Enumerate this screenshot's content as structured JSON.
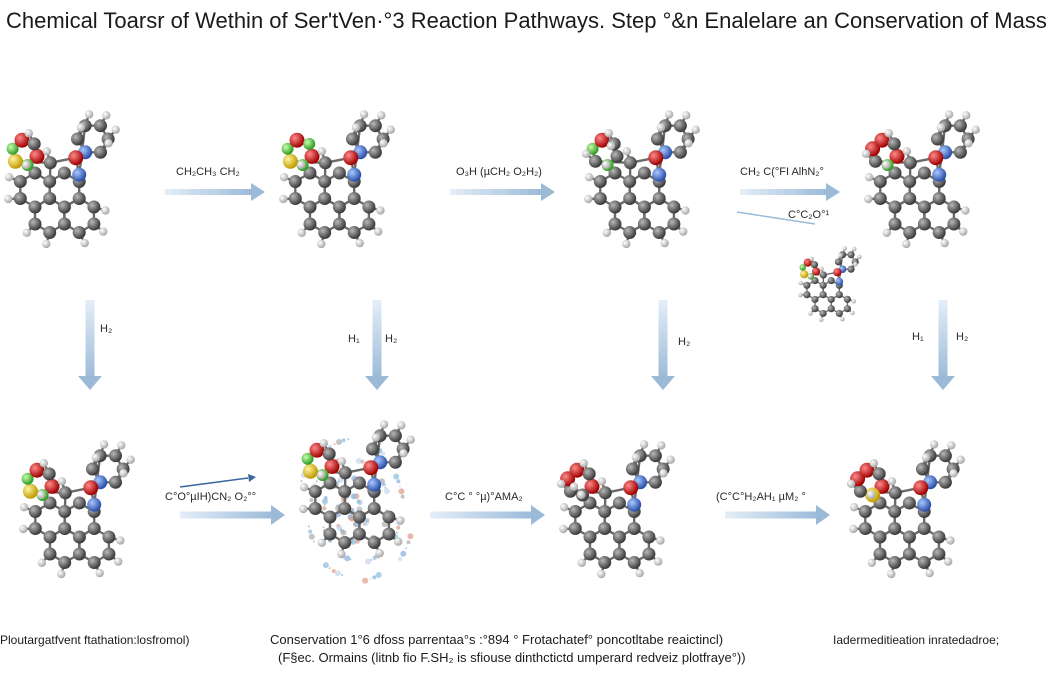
{
  "title": "Chemical Toarsr of Wethin of Ser'tVen·°3 Reaction Pathways. Step °&n Enalelare an Conservation of Mass",
  "colors": {
    "carbon": "#4a4a4a",
    "hydrogen": "#e6e6e6",
    "oxygen": "#d01818",
    "nitrogen": "#3a6fd0",
    "sulfur": "#e8c21c",
    "fluorine": "#58c43c",
    "arrow": "#b6cee6",
    "arrow_dark": "#3a66a0"
  },
  "top_arrows": [
    {
      "label": "CH₂CH₃ CH₂"
    },
    {
      "label": "O₃H (µCH₂ O₂H₂)"
    },
    {
      "label": "CH₂ C(°FI AlhN₂°"
    },
    {
      "label": "C°C₂O°¹"
    }
  ],
  "bottom_arrows": [
    {
      "label": "C°O°µIH)CN₂ O₂°°"
    },
    {
      "label": "C°C ° °µ)°AMA₂"
    },
    {
      "label": "(C°C°H₂AH₁ µM₂ °"
    }
  ],
  "down_labels": [
    {
      "text": "H₂"
    },
    {
      "text": "H₁"
    },
    {
      "text": "H₂"
    },
    {
      "text": "H₂"
    },
    {
      "text": "H₁"
    },
    {
      "text": "H₂"
    }
  ],
  "captions": {
    "left": "Ploutargatfvent ftathation:losfromol)",
    "mid_line1": "Conservation 1°6 dfoss parrentaa°s :°894 ° Frotachatef° poncotltabe reaictincl)",
    "mid_line2": "(F§ec. Ormains (litnb fio F.SH₂ is sfiouse dinthctictd umperard redveiz plotfraye°))",
    "right": "Iadermeditieation inratedadroe;"
  }
}
